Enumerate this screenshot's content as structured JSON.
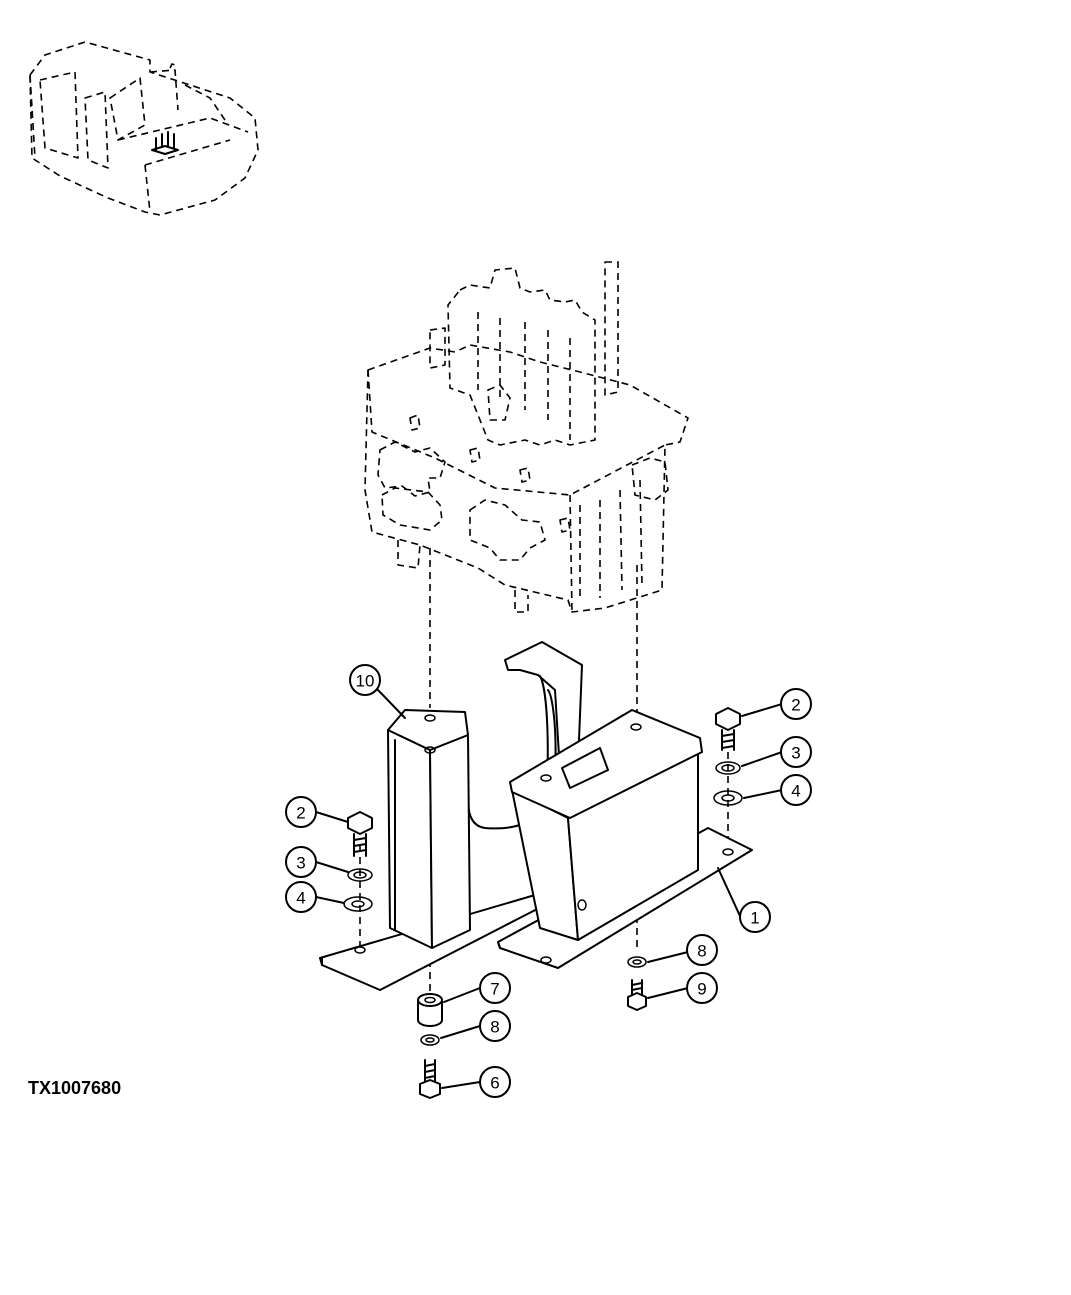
{
  "figure_id": "TX1007680",
  "callouts": [
    "1",
    "2",
    "2",
    "3",
    "3",
    "4",
    "4",
    "6",
    "7",
    "8",
    "8",
    "9",
    "10"
  ]
}
